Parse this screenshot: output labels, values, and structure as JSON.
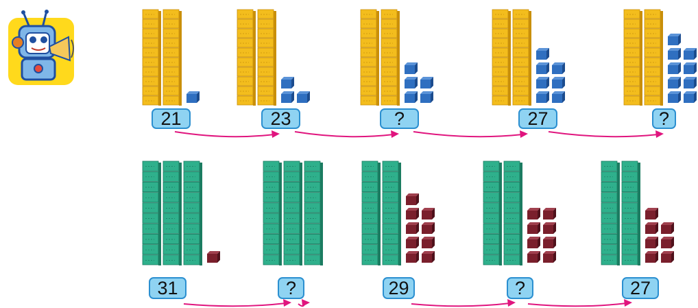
{
  "mascot": {
    "icon": "robot-mascot-with-megaphone-icon"
  },
  "colors": {
    "yellow_rod": "#f3bd1d",
    "blue_cube": "#2f6fc0",
    "teal_rod": "#2fb08c",
    "maroon_cube": "#7a1f2c",
    "arrow": "#e0157e",
    "label_fill": "#8fd3f2",
    "label_border": "#2b8fd0"
  },
  "rows": [
    {
      "groups": [
        {
          "label": "21",
          "tens": 2,
          "ones": 1
        },
        {
          "label": "23",
          "tens": 2,
          "ones": 3
        },
        {
          "label": "?",
          "tens": 2,
          "ones": 5
        },
        {
          "label": "27",
          "tens": 2,
          "ones": 7
        },
        {
          "label": "?",
          "tens": 2,
          "ones": 9
        }
      ]
    },
    {
      "groups": [
        {
          "label": "31",
          "tens": 3,
          "ones": 1
        },
        {
          "label": "?",
          "tens": 3,
          "ones": 0
        },
        {
          "label": "29",
          "tens": 2,
          "ones": 9
        },
        {
          "label": "?",
          "tens": 2,
          "ones": 8
        },
        {
          "label": "27",
          "tens": 2,
          "ones": 7
        }
      ]
    }
  ]
}
